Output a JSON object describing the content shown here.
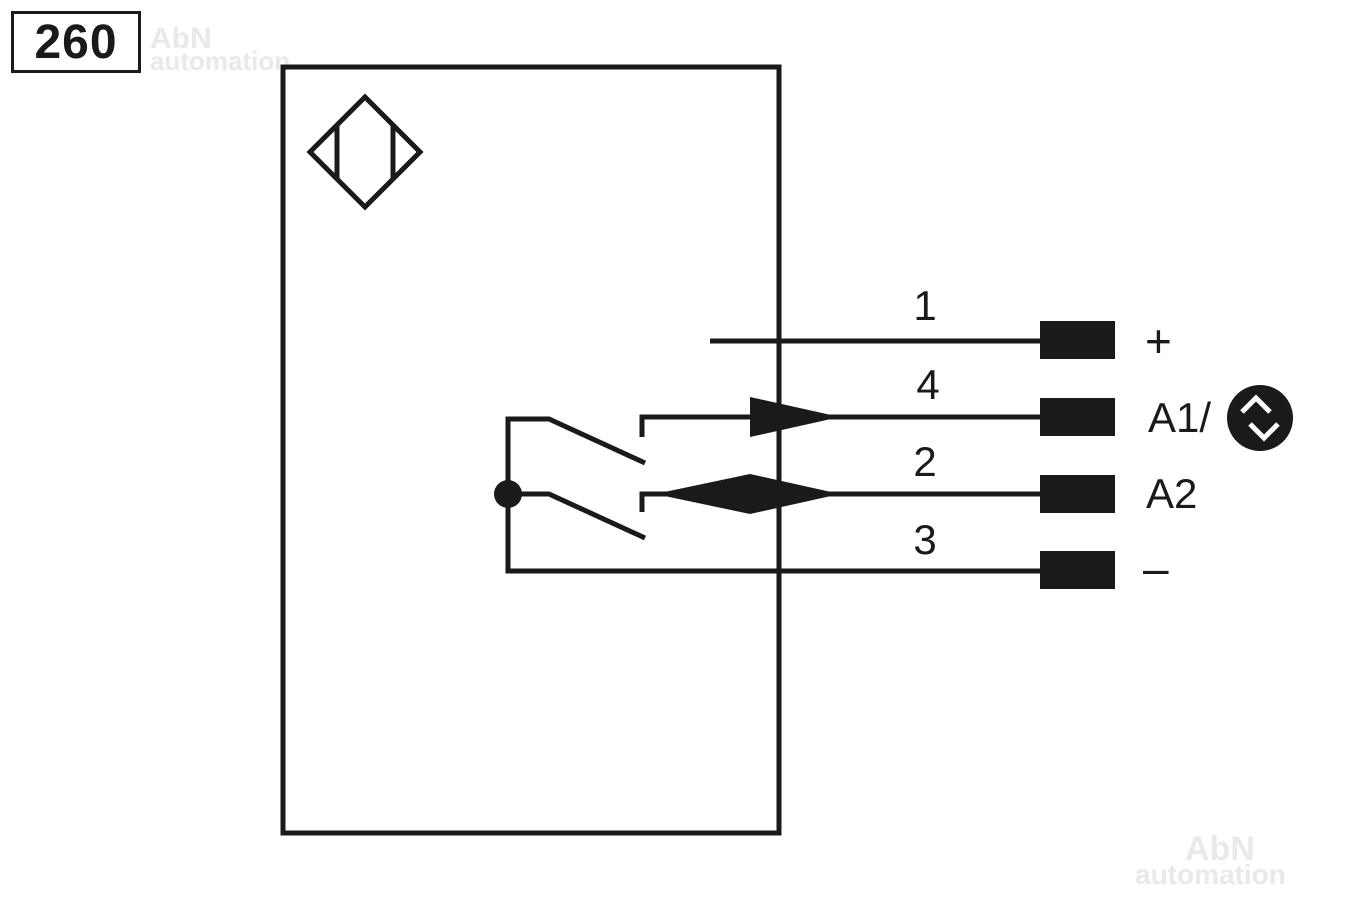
{
  "diagram": {
    "label": "260",
    "pins": [
      {
        "number": "1",
        "function": "+"
      },
      {
        "number": "4",
        "function": "A1/"
      },
      {
        "number": "2",
        "function": "A2"
      },
      {
        "number": "3",
        "function": "–"
      }
    ],
    "watermark": {
      "line1": "AbN",
      "line2": "automation"
    },
    "colors": {
      "ink": "#1a1a1a",
      "background": "#ffffff",
      "watermark": "#e9e9e9"
    },
    "icons": [
      "inductive-sensor-symbol-icon",
      "programmable-output-icon"
    ]
  }
}
